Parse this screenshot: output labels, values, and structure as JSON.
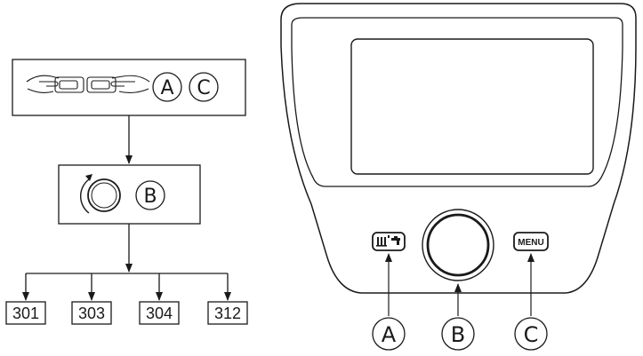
{
  "flow": {
    "step1_labels": [
      "A",
      "C"
    ],
    "step2_label": "B",
    "codes": [
      "301",
      "303",
      "304",
      "312"
    ]
  },
  "panel": {
    "button_a_icon": "radiator-tap-icon",
    "button_c_text": "MENU",
    "callouts": [
      "A",
      "B",
      "C"
    ]
  }
}
